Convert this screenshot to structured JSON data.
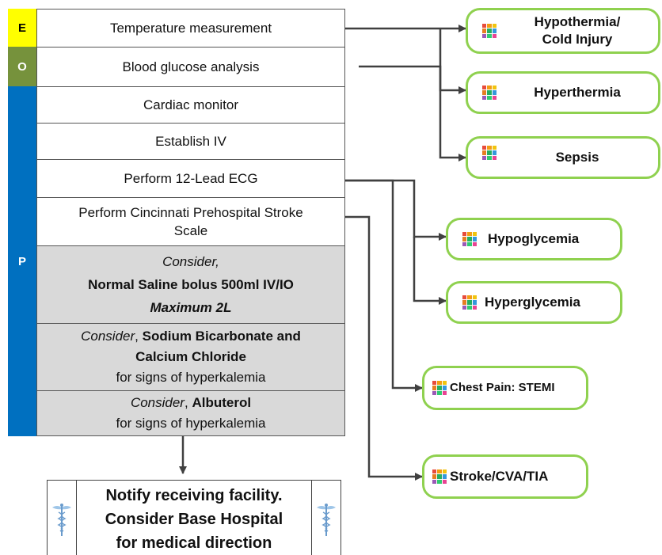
{
  "bands": {
    "e": {
      "label": "E",
      "color": "#ffff00",
      "text_color": "#000000"
    },
    "o": {
      "label": "O",
      "color": "#76923c",
      "text_color": "#ffffff"
    },
    "p": {
      "label": "P",
      "color": "#0070c0",
      "text_color": "#ffffff"
    }
  },
  "steps": {
    "temperature": "Temperature measurement",
    "glucose": "Blood glucose analysis",
    "cardiac": "Cardiac monitor",
    "iv": "Establish IV",
    "ecg": "Perform 12-Lead ECG",
    "stroke_scale_1": "Perform Cincinnati Prehospital Stroke",
    "stroke_scale_2": "Scale",
    "saline": {
      "consider": "Consider,",
      "main": "Normal Saline bolus 500ml IV/IO",
      "max": "Maximum 2L"
    },
    "bicarb": {
      "consider": "Consider",
      "sep": ", ",
      "main1": "Sodium Bicarbonate and",
      "main2": "Calcium Chloride",
      "sub": "for signs of hyperkalemia"
    },
    "albuterol": {
      "consider": "Consider",
      "sep": ", ",
      "main": "Albuterol",
      "sub": "for signs of hyperkalemia"
    }
  },
  "protocols": {
    "hypothermia_1": "Hypothermia/",
    "hypothermia_2": "Cold Injury",
    "hyperthermia": "Hyperthermia",
    "sepsis": "Sepsis",
    "hypoglycemia": "Hypoglycemia",
    "hyperglycemia": "Hyperglycemia",
    "chest_pain": "Chest Pain: STEMI",
    "stroke": "Stroke/CVA/TIA"
  },
  "notify": {
    "line1": "Notify receiving facility.",
    "line2": "Consider Base Hospital",
    "line3": "for medical direction"
  },
  "colors": {
    "accent_green": "#8fd14f",
    "row_gray": "#d9d9d9",
    "arrow": "#404040"
  }
}
